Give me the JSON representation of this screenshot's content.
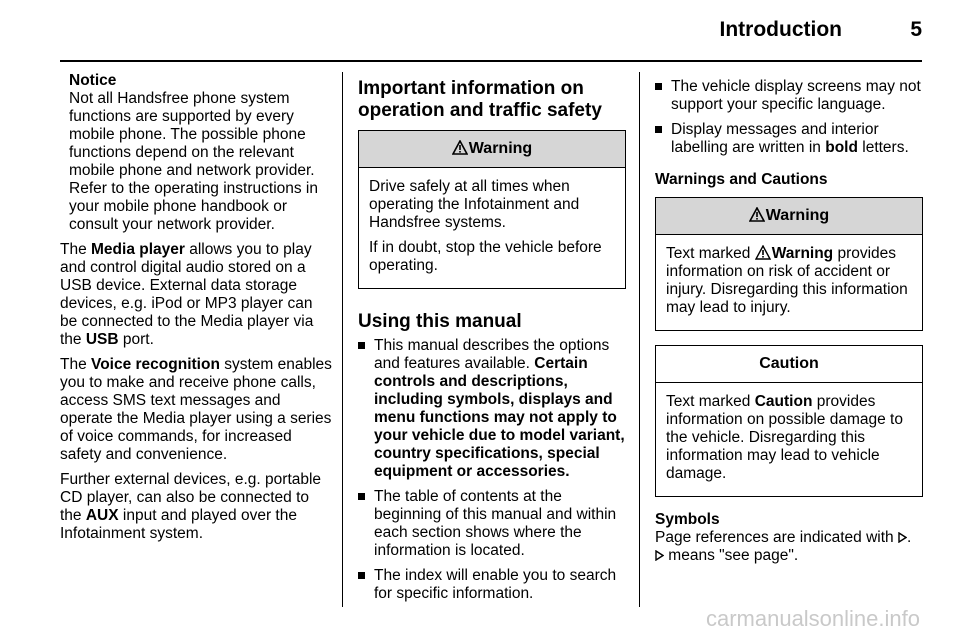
{
  "header": {
    "title": "Introduction",
    "page_number": "5"
  },
  "col1": {
    "notice_title": "Notice",
    "notice_p1": "Not all Handsfree phone system functions are supported by every mobile phone. The possible phone functions depend on the relevant mobile phone and network provider.",
    "notice_p2": "Refer to the operating instructions in your mobile phone handbook or consult your network provider.",
    "media_pre": "The ",
    "media_bold": "Media player",
    "media_mid": " allows you to play and control digital audio stored on a USB device. External data storage devices, e.g. iPod or MP3 player can be connected to the Media player via the ",
    "media_usb": "USB",
    "media_post": " port.",
    "voice_pre": "The ",
    "voice_bold": "Voice recognition",
    "voice_post": " system enables you to make and receive phone calls, access SMS text messages and operate the Media player using a series of voice commands, for increased safety and convenience.",
    "ext_pre": "Further external devices, e.g. portable CD player, can also be connected to the ",
    "ext_bold": "AUX",
    "ext_post": " input and played over the Infotainment system."
  },
  "col2": {
    "heading": "Important information on operation and traffic safety",
    "warning_title": "Warning",
    "warning_p1": "Drive safely at all times when operating the Infotainment and Handsfree systems.",
    "warning_p2": "If in doubt, stop the vehicle before operating.",
    "manual_heading": "Using this manual",
    "bullet1_pre": "This manual describes the options and features available. ",
    "bullet1_bold": "Certain controls and descriptions, including symbols, displays and menu functions may not apply to your vehicle due to model variant, country specifications, special equipment or accessories.",
    "bullet2": "The table of contents at the beginning of this manual and within each section shows where the information is located.",
    "bullet3": "The index will enable you to search for specific information."
  },
  "col3": {
    "bullet1": "The vehicle display screens may not support your specific language.",
    "bullet2_pre": "Display messages and interior labelling are written in ",
    "bullet2_bold": "bold",
    "bullet2_post": " letters.",
    "wc_heading": "Warnings and Cautions",
    "warning_title": "Warning",
    "warning_pre": "Text marked ",
    "warning_bold": "Warning",
    "warning_post": " provides information on risk of accident or injury. Disregarding this information may lead to injury.",
    "caution_title": "Caution",
    "caution_pre": "Text marked ",
    "caution_bold": "Caution",
    "caution_post": " provides information on possible damage to the vehicle. Disregarding this information may lead to vehicle damage.",
    "symbols_heading": "Symbols",
    "symbols_pre": "Page references are indicated with ",
    "symbols_post": ".",
    "symbols_line2": " means \"see page\"."
  },
  "watermark": "carmanualsonline.info"
}
